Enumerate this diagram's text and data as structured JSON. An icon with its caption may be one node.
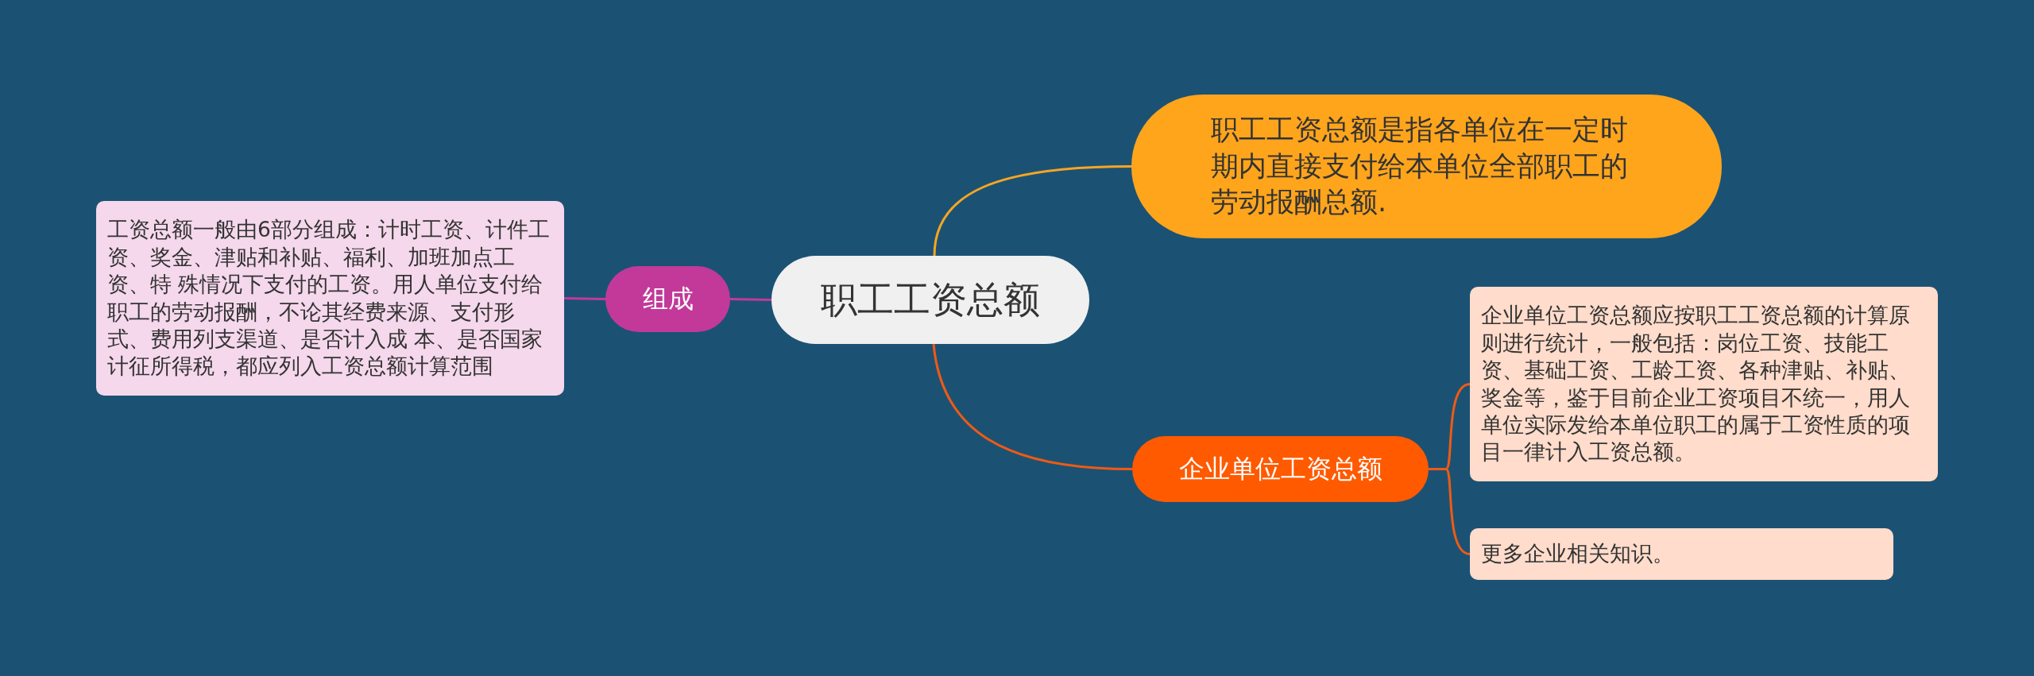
{
  "diagram": {
    "nodes": [
      {
        "text": [
          "职工工资总额"
        ]
      },
      {
        "text": [
          "职工工资总额是指各单位在一定时期内直接支付给本单位全部职工的劳动报酬总额."
        ]
      },
      {
        "text": [
          "组成"
        ]
      },
      {
        "text": [
          "工资总额一般由6部分组成：计时工资、计件工资、奖金、津贴和补贴、福利、加班加点工资、特 殊情况下支付的工资。用人单位支付给职工的劳动报酬，不论其经费来源、支付形式、费用列支渠道、是否计入成 本、是否国家计征所得税，都应列入工资总额计算范围"
        ]
      },
      {
        "text": [
          "企业单位工资总额"
        ]
      },
      {
        "text": [
          "企业单位工资总额应按职工工资总额的计算原则进行统计，一般包括：岗位工资、技能工资、基础工资、工龄工资、各种津贴、补贴、奖金等，鉴于目前企业工资项目不统一，用人单位实际发给本单位职工的属于工资性质的项目一律计入工资总额。"
        ]
      },
      {
        "text": [
          "更多企业相关知识。"
        ]
      }
    ],
    "edges": [
      {
        "from": 0,
        "to": 1,
        "arrow": "none",
        "color": "#f5a623"
      },
      {
        "from": 0,
        "to": 2,
        "arrow": "none",
        "color": "#c2399a"
      },
      {
        "from": 2,
        "to": 3,
        "arrow": "none",
        "color": "#c2399a"
      },
      {
        "from": 0,
        "to": 4,
        "arrow": "none"
      },
      {
        "from": 4,
        "to": 5,
        "arrow": "none"
      },
      {
        "from": 4,
        "to": 6,
        "arrow": "none"
      }
    ]
  }
}
